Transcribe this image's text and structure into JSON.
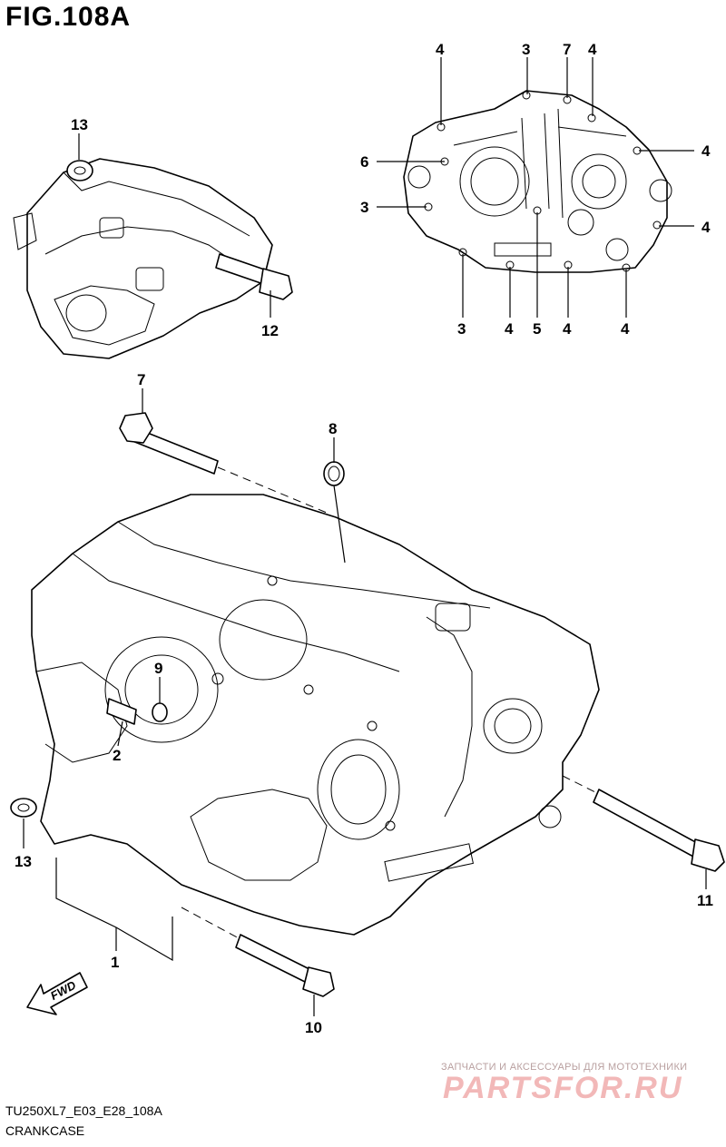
{
  "figure": {
    "title": "FIG.108A"
  },
  "callouts": [
    {
      "id": "c13a",
      "text": "13"
    },
    {
      "id": "c12",
      "text": "12"
    },
    {
      "id": "c4a",
      "text": "4"
    },
    {
      "id": "c3a",
      "text": "3"
    },
    {
      "id": "c7a",
      "text": "7"
    },
    {
      "id": "c4b",
      "text": "4"
    },
    {
      "id": "c6",
      "text": "6"
    },
    {
      "id": "c4c",
      "text": "4"
    },
    {
      "id": "c3b",
      "text": "3"
    },
    {
      "id": "c4d",
      "text": "4"
    },
    {
      "id": "c3c",
      "text": "3"
    },
    {
      "id": "c4e",
      "text": "4"
    },
    {
      "id": "c5",
      "text": "5"
    },
    {
      "id": "c4f",
      "text": "4"
    },
    {
      "id": "c4g",
      "text": "4"
    },
    {
      "id": "c7b",
      "text": "7"
    },
    {
      "id": "c8",
      "text": "8"
    },
    {
      "id": "c9",
      "text": "9"
    },
    {
      "id": "c2",
      "text": "2"
    },
    {
      "id": "c13b",
      "text": "13"
    },
    {
      "id": "c1",
      "text": "1"
    },
    {
      "id": "c11",
      "text": "11"
    },
    {
      "id": "c10",
      "text": "10"
    }
  ],
  "fwd_label": "FWD",
  "footer": {
    "code": "TU250XL7_E03_E28_108A",
    "name": "CRANKCASE"
  },
  "watermark": {
    "tagline": "ЗАПЧАСТИ И АКСЕССУАРЫ ДЛЯ МОТОТЕХНИКИ",
    "brand": "PARTSFOR.RU"
  }
}
